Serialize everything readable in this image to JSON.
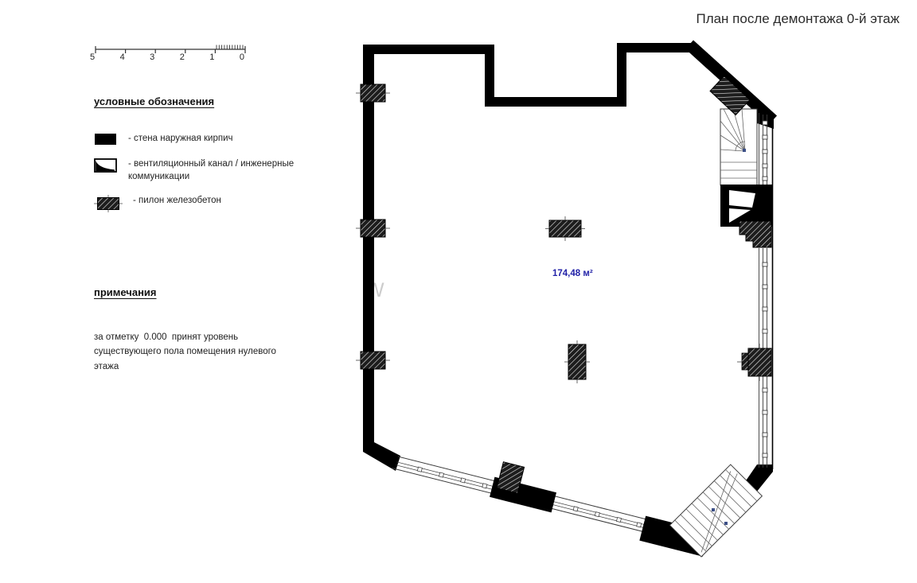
{
  "page": {
    "title": "План после демонтажа 0-й этаж"
  },
  "scale_bar": {
    "labels": [
      "5",
      "4",
      "3",
      "2",
      "1",
      "0"
    ]
  },
  "legend": {
    "heading": "условные обозначения",
    "items": [
      {
        "icon": "solid-wall-swatch",
        "label": "- стена наружная кирпич"
      },
      {
        "icon": "vent-channel-swatch",
        "label": "- вентиляционный канал / инженерные коммуникации"
      },
      {
        "icon": "pylon-hatch-swatch",
        "label": "- пилон железобетон"
      }
    ]
  },
  "notes": {
    "heading": "примечания",
    "text": "за отметку  0.000  принят уровень существующего пола помещения нулевого этажа"
  },
  "plan": {
    "area_label": "174,48 м²",
    "watermark": "W",
    "colors": {
      "wall": "#000000",
      "hatch_bg": "#1d1d1d",
      "area_text": "#2323a8",
      "stair_dot": "#3c4f86"
    }
  }
}
